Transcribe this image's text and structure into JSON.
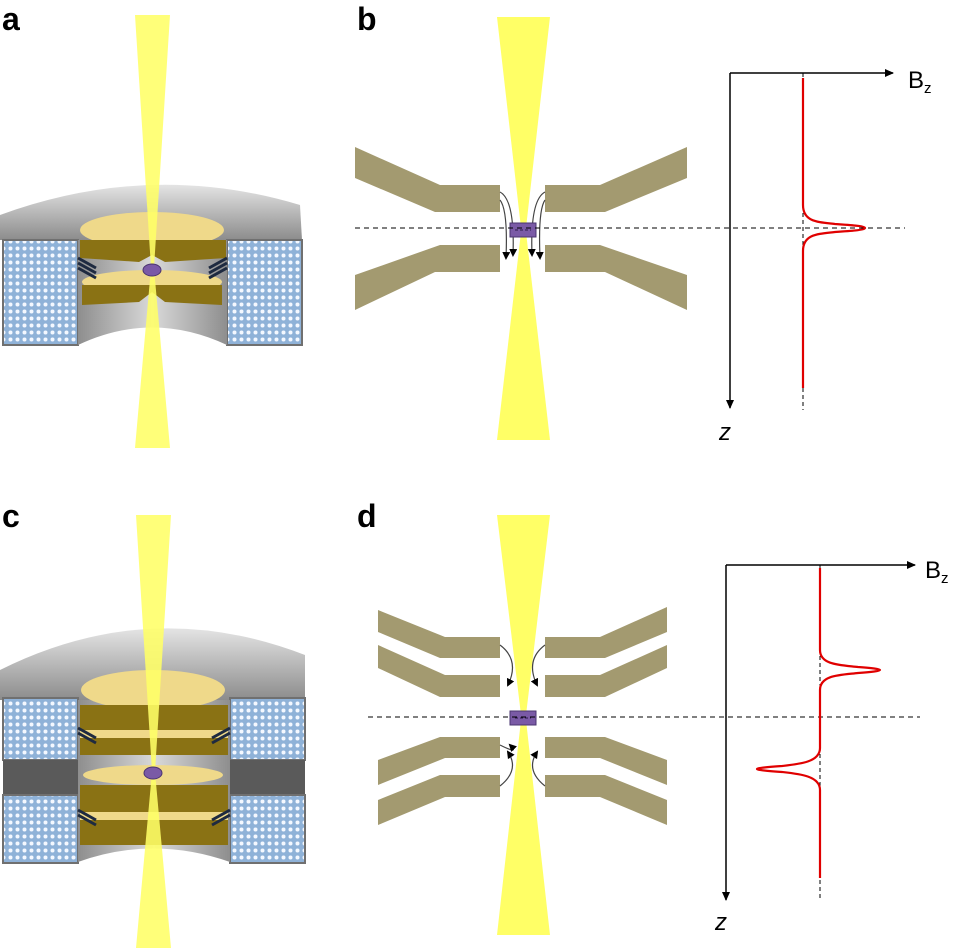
{
  "panels": {
    "a": {
      "label": "a"
    },
    "b": {
      "label": "b",
      "x_axis_label": "B",
      "x_axis_subscript": "z",
      "y_axis_label": "z"
    },
    "c": {
      "label": "c"
    },
    "d": {
      "label": "d",
      "x_axis_label": "B",
      "x_axis_subscript": "z",
      "y_axis_label": "z"
    }
  },
  "colors": {
    "laser_beam": "#ffff66",
    "electrode": "#a39a70",
    "field_profile": "#e00000",
    "ion_marker": "#7a5aa6",
    "magnet_block": "#8fb2d8",
    "housing": "#a6a6a6",
    "insert_gold": "#8a7214",
    "insert_light": "#efd98a"
  }
}
